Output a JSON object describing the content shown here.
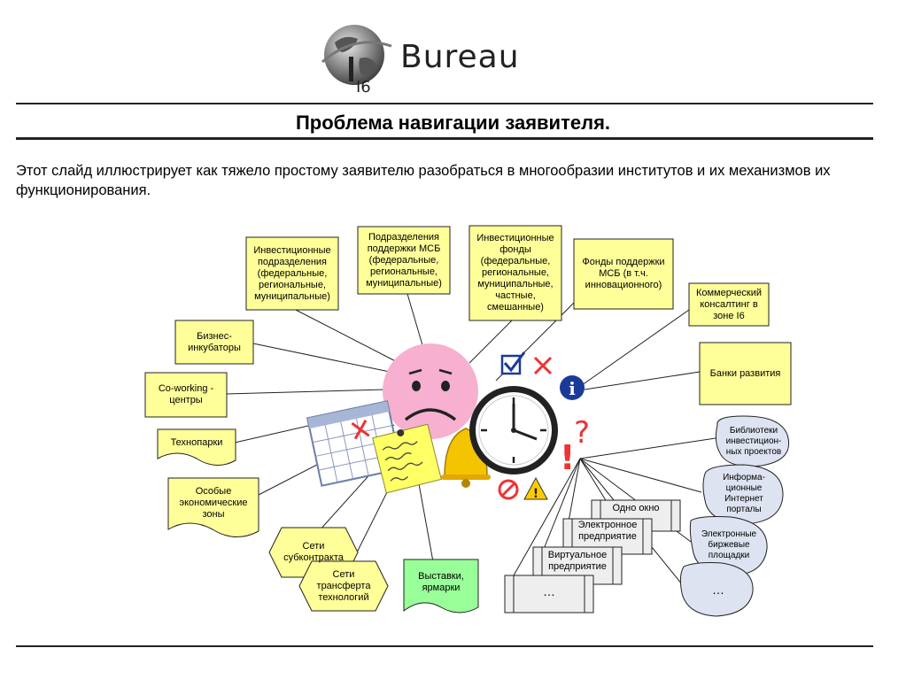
{
  "logo": {
    "text": "Bureau",
    "sub": "I6"
  },
  "title": "Проблема навигации заявителя.",
  "description": "Этот слайд иллюстрирует как тяжело простому заявителю разобраться в многообразии институтов и их механизмов их функционирования.",
  "nodes": {
    "invest_divisions": "Инвестиционные подразделения (федеральные, региональные, муниципальные)",
    "msb_divisions": "Подразделения поддержки МСБ (федеральные, региональные, муниципальные)",
    "invest_funds": "Инвестиционные фонды (федеральные, региональные, муниципальные, частные, смешанные)",
    "support_funds": "Фонды поддержки МСБ (в т.ч. инновационного)",
    "commercial_consulting": "Коммерческий консалтинг в зоне I6",
    "business_incubators": "Бизнес-инкубаторы",
    "coworking": "Co-working - центры",
    "dev_banks": "Банки развития",
    "technoparks": "Технопарки",
    "special_zones": "Особые экономические зоны",
    "subcontract_networks": "Сети субконтракта",
    "tech_transfer_networks": "Сети трансферта технологий",
    "exhibitions": "Выставки, ярмарки",
    "one_window": "Одно окно",
    "e_enterprise": "Электронное предприятие",
    "virtual_enterprise": "Виртуальное предприятие",
    "more_docs": "…",
    "project_libraries": "Библиотеки инвестицион-ных проектов",
    "info_portals": "Информа-ционные Интернет порталы",
    "exchange_platforms": "Электронные биржевые площадки",
    "more_clouds": "…"
  },
  "colors": {
    "yellow": "#ffff99",
    "green": "#99ff99",
    "grey": "#eeeeee",
    "cloud": "#dde3f0",
    "face": "#f7b0cf"
  }
}
